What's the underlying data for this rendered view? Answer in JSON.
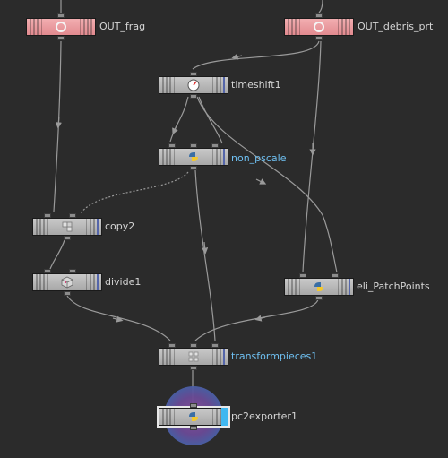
{
  "nodes": {
    "out_frag": {
      "label": "OUT_frag",
      "icon": "null-ring-icon"
    },
    "out_debris": {
      "label": "OUT_debris_prt",
      "icon": "null-ring-icon"
    },
    "timeshift": {
      "label": "timeshift1",
      "icon": "clock-icon"
    },
    "non_pscale": {
      "label": "non_pscale",
      "icon": "python-icon"
    },
    "copy": {
      "label": "copy2",
      "icon": "copy-icon"
    },
    "divide": {
      "label": "divide1",
      "icon": "cube-icon"
    },
    "patchpoints": {
      "label": "eli_PatchPoints",
      "icon": "python-icon"
    },
    "transformpieces": {
      "label": "transformpieces1",
      "icon": "transform-icon"
    },
    "pc2exporter": {
      "label": "pc2exporter1",
      "icon": "python-icon"
    }
  },
  "colors": {
    "background": "#2b2b2b",
    "wire": "#9a9a9a",
    "label_default": "#d6d6d6",
    "label_highlight": "#6fc0f2",
    "node_pink": "#e9999d",
    "node_gray": "#b8b8b8",
    "display_flag": "#3fb7f0"
  }
}
